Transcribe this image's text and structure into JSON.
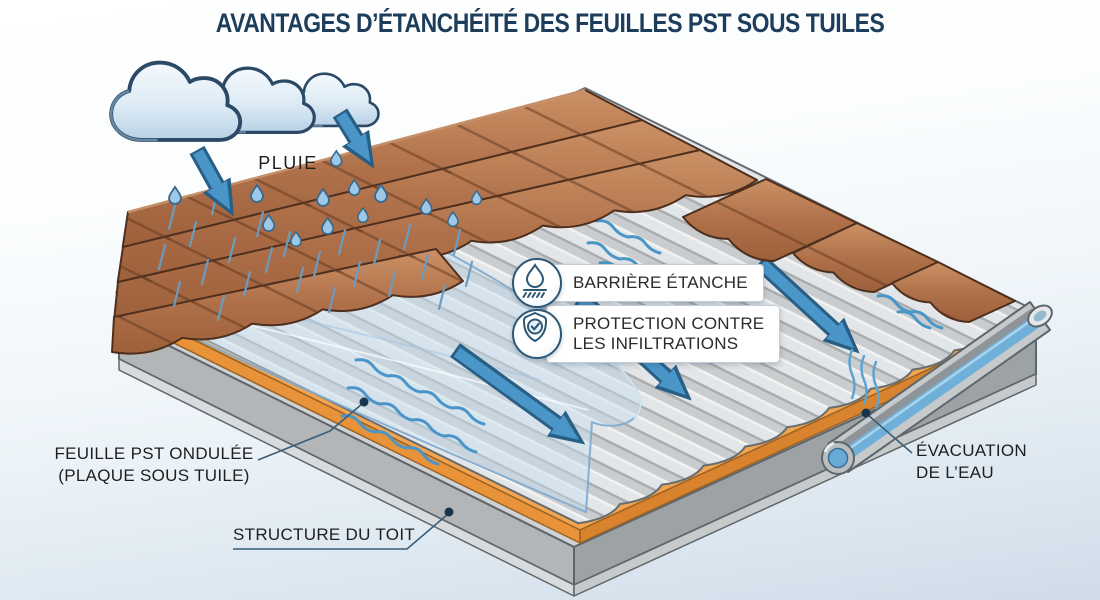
{
  "title": "AVANTAGES D’ÉTANCHÉITÉ DES FEUILLES PST SOUS TUILES",
  "annotations": {
    "rain_label": "PLUIE",
    "barrier_label": "BARRIÈRE ÉTANCHE",
    "protection_label_line1": "PROTECTION CONTRE",
    "protection_label_line2": "LES INFILTRATIONS",
    "pst_label_line1": "FEUILLE PST ONDULÉE",
    "pst_label_line2": "(PLAQUE SOUS TUILE)",
    "structure_label": "STRUCTURE DU TOIT",
    "evacuation_label_line1": "ÉVACUATION",
    "evacuation_label_line2": "DE L’EAU"
  },
  "icons": {
    "barrier_icon": "water-drop-over-ground-icon",
    "protection_icon": "shield-check-icon",
    "weather_icons": "rain-cloud-icons",
    "flow_icons": "water-flow-arrow-icons"
  },
  "colors": {
    "title_text": "#1d3d5c",
    "tile_brown": "#b0714a",
    "tile_outline": "#4e2e1c",
    "pst_sheet_light": "#e3e6e8",
    "pst_sheet_dark": "#c9cdd0",
    "batten_orange": "#e8923a",
    "structure_gray": "#b2b6b9",
    "water_blue": "#4a96c8",
    "gutter_water": "#6fb0d8",
    "cloud_outline": "#2c4a66",
    "leader_line": "#3a5d78"
  }
}
